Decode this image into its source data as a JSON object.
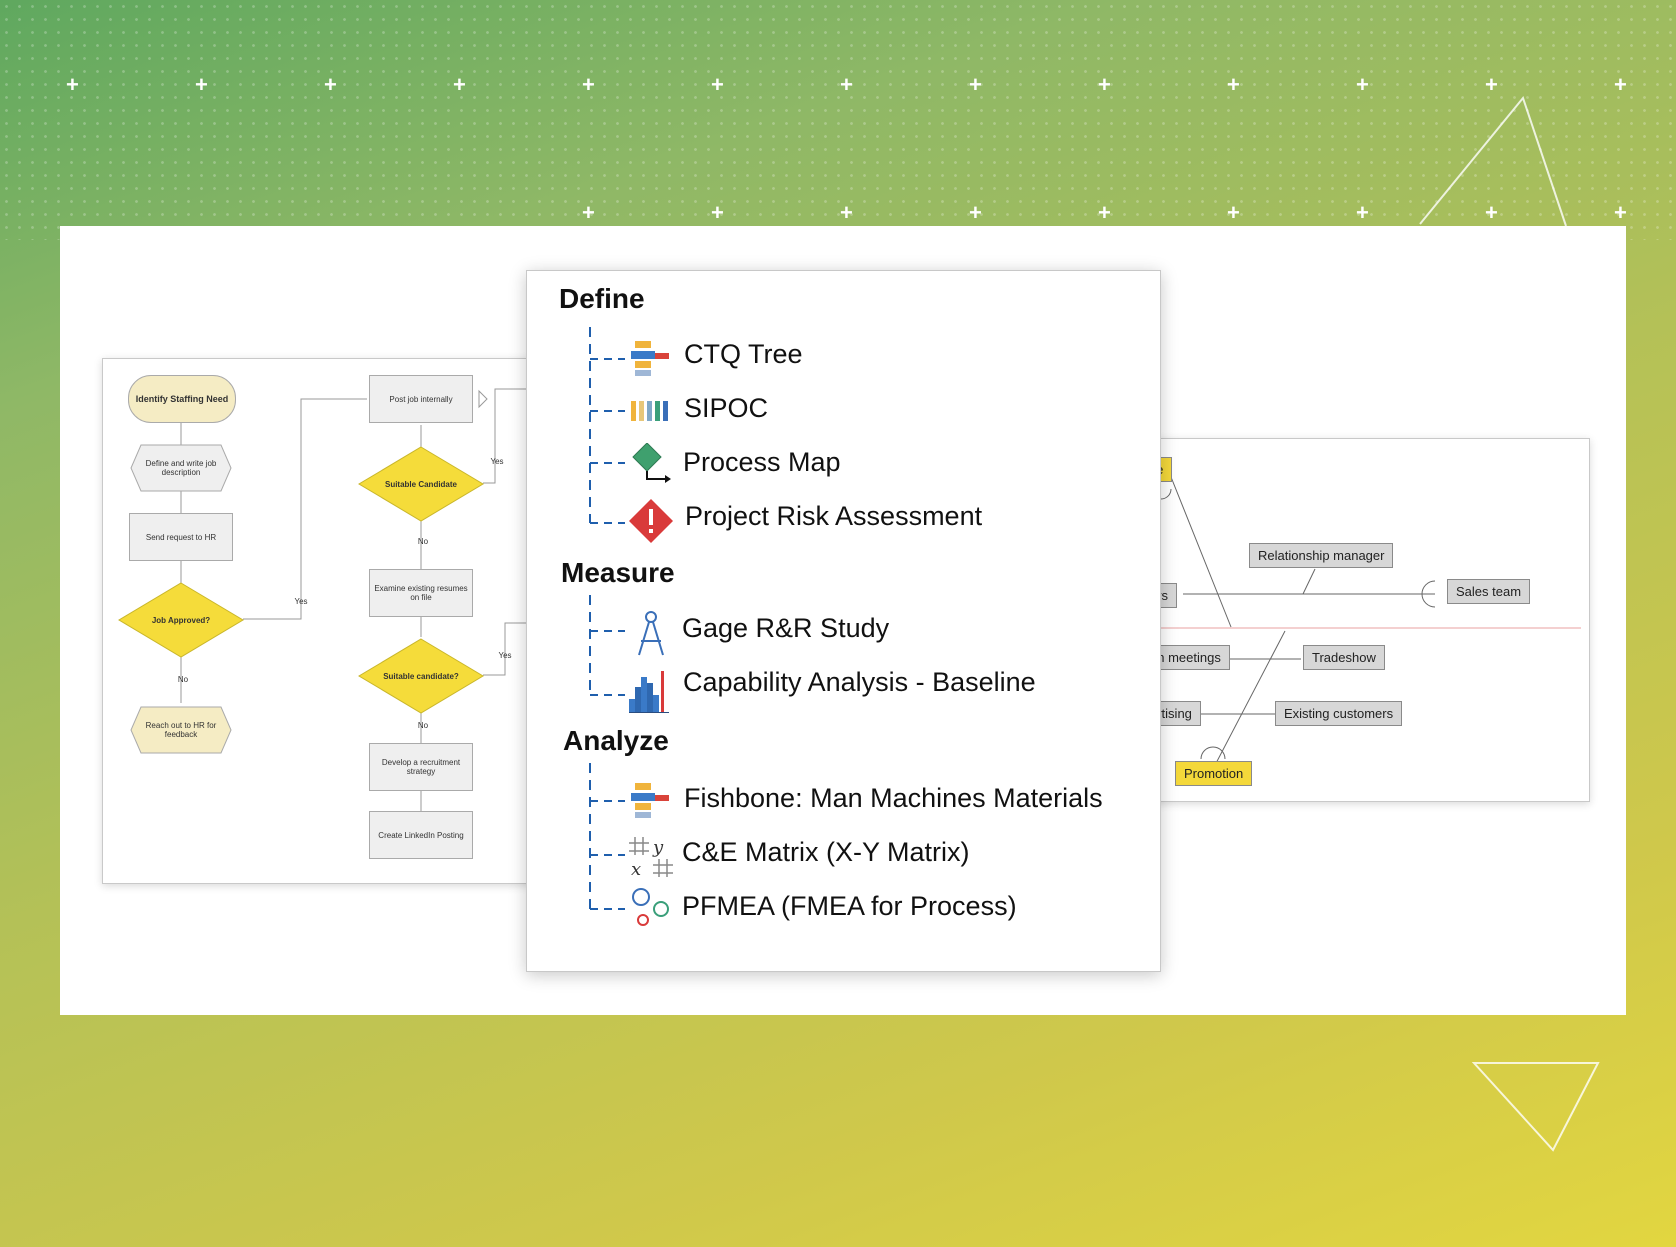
{
  "colors": {
    "flow_yellow": "#f5dc3a",
    "flow_cream": "#f5ecc4",
    "flow_gray": "#eeeeee",
    "tree_line": "#1f5fad"
  },
  "flowchart": {
    "start": "Identify Staffing Need",
    "define": "Define and write job description",
    "send": "Send request to HR",
    "approved": "Job Approved?",
    "reach": "Reach out to HR for feedback",
    "post": "Post job internally",
    "suitable1": "Suitable Candidate",
    "examine": "Examine existing resumes on file",
    "suitable2": "Suitable candidate?",
    "develop": "Develop a recruitment strategy",
    "create": "Create LinkedIn Posting",
    "yes": "Yes",
    "no": "No"
  },
  "fishbone": {
    "ple": "ple",
    "relationship": "Relationship manager",
    "ers": "ers",
    "sales": "Sales team",
    "meetings": "on meetings",
    "tradeshow": "Tradeshow",
    "ertising": "ertising",
    "existing": "Existing customers",
    "promotion": "Promotion"
  },
  "tree": {
    "define": {
      "title": "Define",
      "items": [
        {
          "label": "CTQ Tree",
          "icon": "ctq-tree-icon"
        },
        {
          "label": "SIPOC",
          "icon": "sipoc-icon"
        },
        {
          "label": "Process Map",
          "icon": "process-map-icon"
        },
        {
          "label": "Project Risk Assessment",
          "icon": "risk-icon"
        }
      ]
    },
    "measure": {
      "title": "Measure",
      "items": [
        {
          "label": "Gage R&R Study",
          "icon": "compass-icon"
        },
        {
          "label": "Capability Analysis - Baseline",
          "icon": "histogram-icon"
        }
      ]
    },
    "analyze": {
      "title": "Analyze",
      "items": [
        {
          "label": "Fishbone: Man Machines Materials",
          "icon": "fishbone-icon"
        },
        {
          "label": "C&E Matrix (X-Y Matrix)",
          "icon": "matrix-icon"
        },
        {
          "label": "PFMEA (FMEA for Process)",
          "icon": "pfmea-icon"
        }
      ]
    }
  }
}
